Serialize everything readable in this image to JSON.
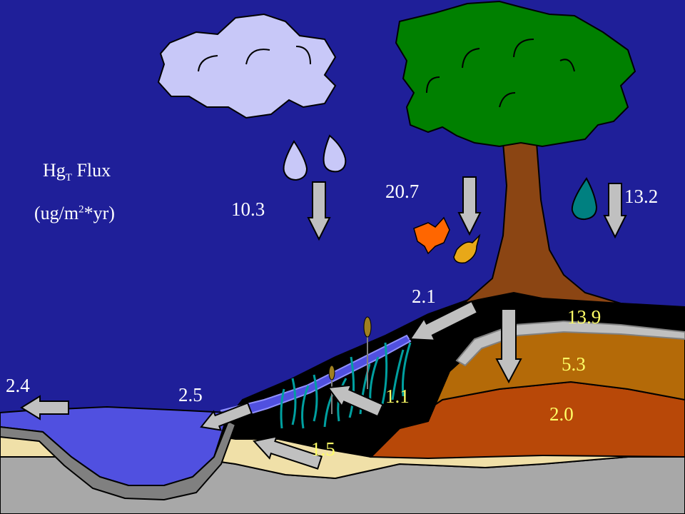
{
  "legend": {
    "prefix": "Hg",
    "subscript": "T",
    "suffix": " Flux",
    "units_open": "(ug/m",
    "units_sup": "2",
    "units_close": "*yr)"
  },
  "fluxes": {
    "precipitation": "10.3",
    "throughfall": "20.7",
    "stemflow": "13.2",
    "litter_runoff": "2.1",
    "soil_organic": "13.9",
    "soil_mid": "5.3",
    "soil_deep": "2.0",
    "wetland_input": "1.1",
    "groundwater": "1.5",
    "pond_input": "2.5",
    "outflow": "2.4"
  },
  "colors": {
    "sky": "#1f1f99",
    "cloud": "#c8c8f8",
    "tree_canopy": "#008000",
    "tree_trunk": "#8b4513",
    "soil_black": "#000000",
    "soil_brown": "#b46a08",
    "soil_red": "#b84808",
    "sand": "#f0e0a8",
    "gravel": "#a8a8a8",
    "pond": "#5050e0",
    "arrow": "#c0c0c0",
    "label_yellow": "#ffff66",
    "label_white": "#ffffff",
    "leaf_orange": "#ff6600",
    "leaf_yellow": "#e8a818",
    "stemflow_drop": "#008080"
  }
}
